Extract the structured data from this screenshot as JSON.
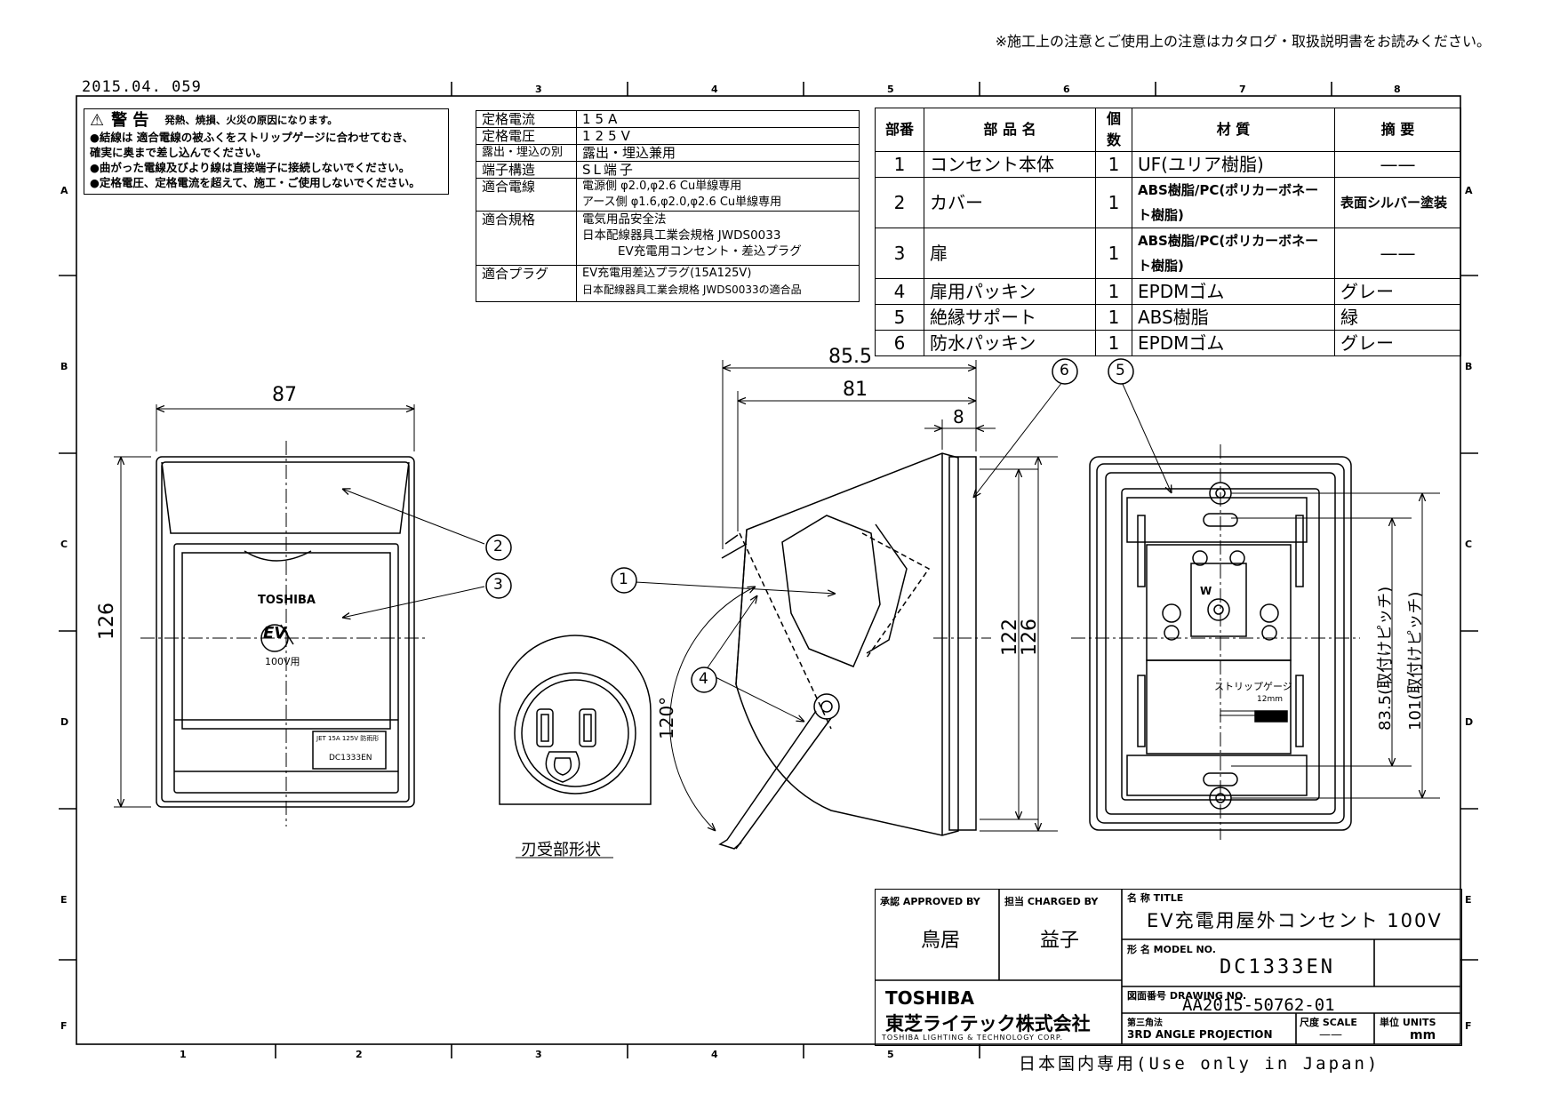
{
  "header": {
    "notice": "※施工上の注意とご使用上の注意はカタログ・取扱説明書をお読みください。",
    "doc_code": "2015.04. 059"
  },
  "grid": {
    "cols": [
      "1",
      "2",
      "3",
      "4",
      "5",
      "6",
      "7",
      "8"
    ],
    "rows": [
      "A",
      "B",
      "C",
      "D",
      "E",
      "F"
    ]
  },
  "warning": {
    "icon": "warning-triangle-icon",
    "title": "警  告",
    "subtitle": "発熱、焼損、火災の原因になります。",
    "lines": [
      "●結線は 適合電線の被ふくをストリップゲージに合わせてむき、",
      "  確実に奥まで差し込んでください。",
      "●曲がった電線及びより線は直接端子に接続しないでください。",
      "●定格電圧、定格電流を超えて、施工・ご使用しないでください。"
    ]
  },
  "spec": {
    "rows": [
      {
        "label": "定格電流",
        "value": "15A"
      },
      {
        "label": "定格電圧",
        "value": "125V"
      },
      {
        "label": "露出・埋込の別",
        "value": "露出・埋込兼用"
      },
      {
        "label": "端子構造",
        "value": "SL端子"
      },
      {
        "label": "適合電線",
        "value": "電源側  φ2.0,φ2.6 Cu単線専用",
        "value2": "アース側  φ1.6,φ2.0,φ2.6 Cu単線専用"
      },
      {
        "label": "適合規格",
        "value": "電気用品安全法",
        "value2": "日本配線器具工業会規格 JWDS0033",
        "value3": "EV充電用コンセント・差込プラグ"
      },
      {
        "label": "適合プラグ",
        "value": "EV充電用差込プラグ(15A125V)",
        "value2": "日本配線器具工業会規格 JWDS0033の適合品"
      }
    ]
  },
  "parts": {
    "headers": [
      "部番",
      "部 品 名",
      "個数",
      "材 質",
      "摘 要"
    ],
    "rows": [
      {
        "no": "1",
        "name": "コンセント本体",
        "qty": "1",
        "material": "UF(ユリア樹脂)",
        "note": "——"
      },
      {
        "no": "2",
        "name": "カバー",
        "qty": "1",
        "material": "ABS樹脂/PC(ポリカーボネート樹脂)",
        "note": "表面シルバー塗装"
      },
      {
        "no": "3",
        "name": "扉",
        "qty": "1",
        "material": "ABS樹脂/PC(ポリカーボネート樹脂)",
        "note": "——"
      },
      {
        "no": "4",
        "name": "扉用パッキン",
        "qty": "1",
        "material": "EPDMゴム",
        "note": "グレー"
      },
      {
        "no": "5",
        "name": "絶縁サポート",
        "qty": "1",
        "material": "ABS樹脂",
        "note": "緑"
      },
      {
        "no": "6",
        "name": "防水パッキン",
        "qty": "1",
        "material": "EPDMゴム",
        "note": "グレー"
      }
    ]
  },
  "drawing": {
    "front": {
      "width_dim": "87",
      "height_dim": "126",
      "brand": "TOSHIBA",
      "ev_label": "100V用",
      "model_label": "DC1333EN",
      "jet_label": "JET 15A 125V 防雨形"
    },
    "receptacle_caption": "刃受部形状",
    "side": {
      "dim_total": "85.5",
      "dim_body": "81",
      "dim_gap": "8",
      "angle": "120°",
      "height_a": "122",
      "height_b": "126"
    },
    "back": {
      "pitch_a": "83.5(取付けピッチ)",
      "pitch_b": "101(取付けピッチ)",
      "strip_label": "ストリップゲージ",
      "strip_len": "12mm",
      "w_label": "W"
    },
    "callouts": [
      "1",
      "2",
      "3",
      "4",
      "5",
      "6"
    ]
  },
  "title_block": {
    "approved_label": "承認 APPROVED BY",
    "approved_name": "鳥居",
    "charged_label": "担当 CHARGED BY",
    "charged_name": "益子",
    "title_label": "名 称 TITLE",
    "title_value": "EV充電用屋外コンセント 100V",
    "model_label": "形 名 MODEL NO.",
    "model_value": "DC1333EN",
    "drawing_label": "図面番号 DRAWING NO.",
    "drawing_value": "AA2015-50762-01",
    "company_brand": "TOSHIBA",
    "company_jp": "東芝ライテック株式会社",
    "company_en": "TOSHIBA LIGHTING & TECHNOLOGY CORP.",
    "projection_label": "第三角法",
    "projection_value": "3RD ANGLE PROJECTION",
    "scale_label": "尺度 SCALE",
    "scale_value": "——",
    "units_label": "単位 UNITS",
    "units_value": "mm"
  },
  "footer": {
    "note": "日本国内専用(Use only in Japan)"
  }
}
